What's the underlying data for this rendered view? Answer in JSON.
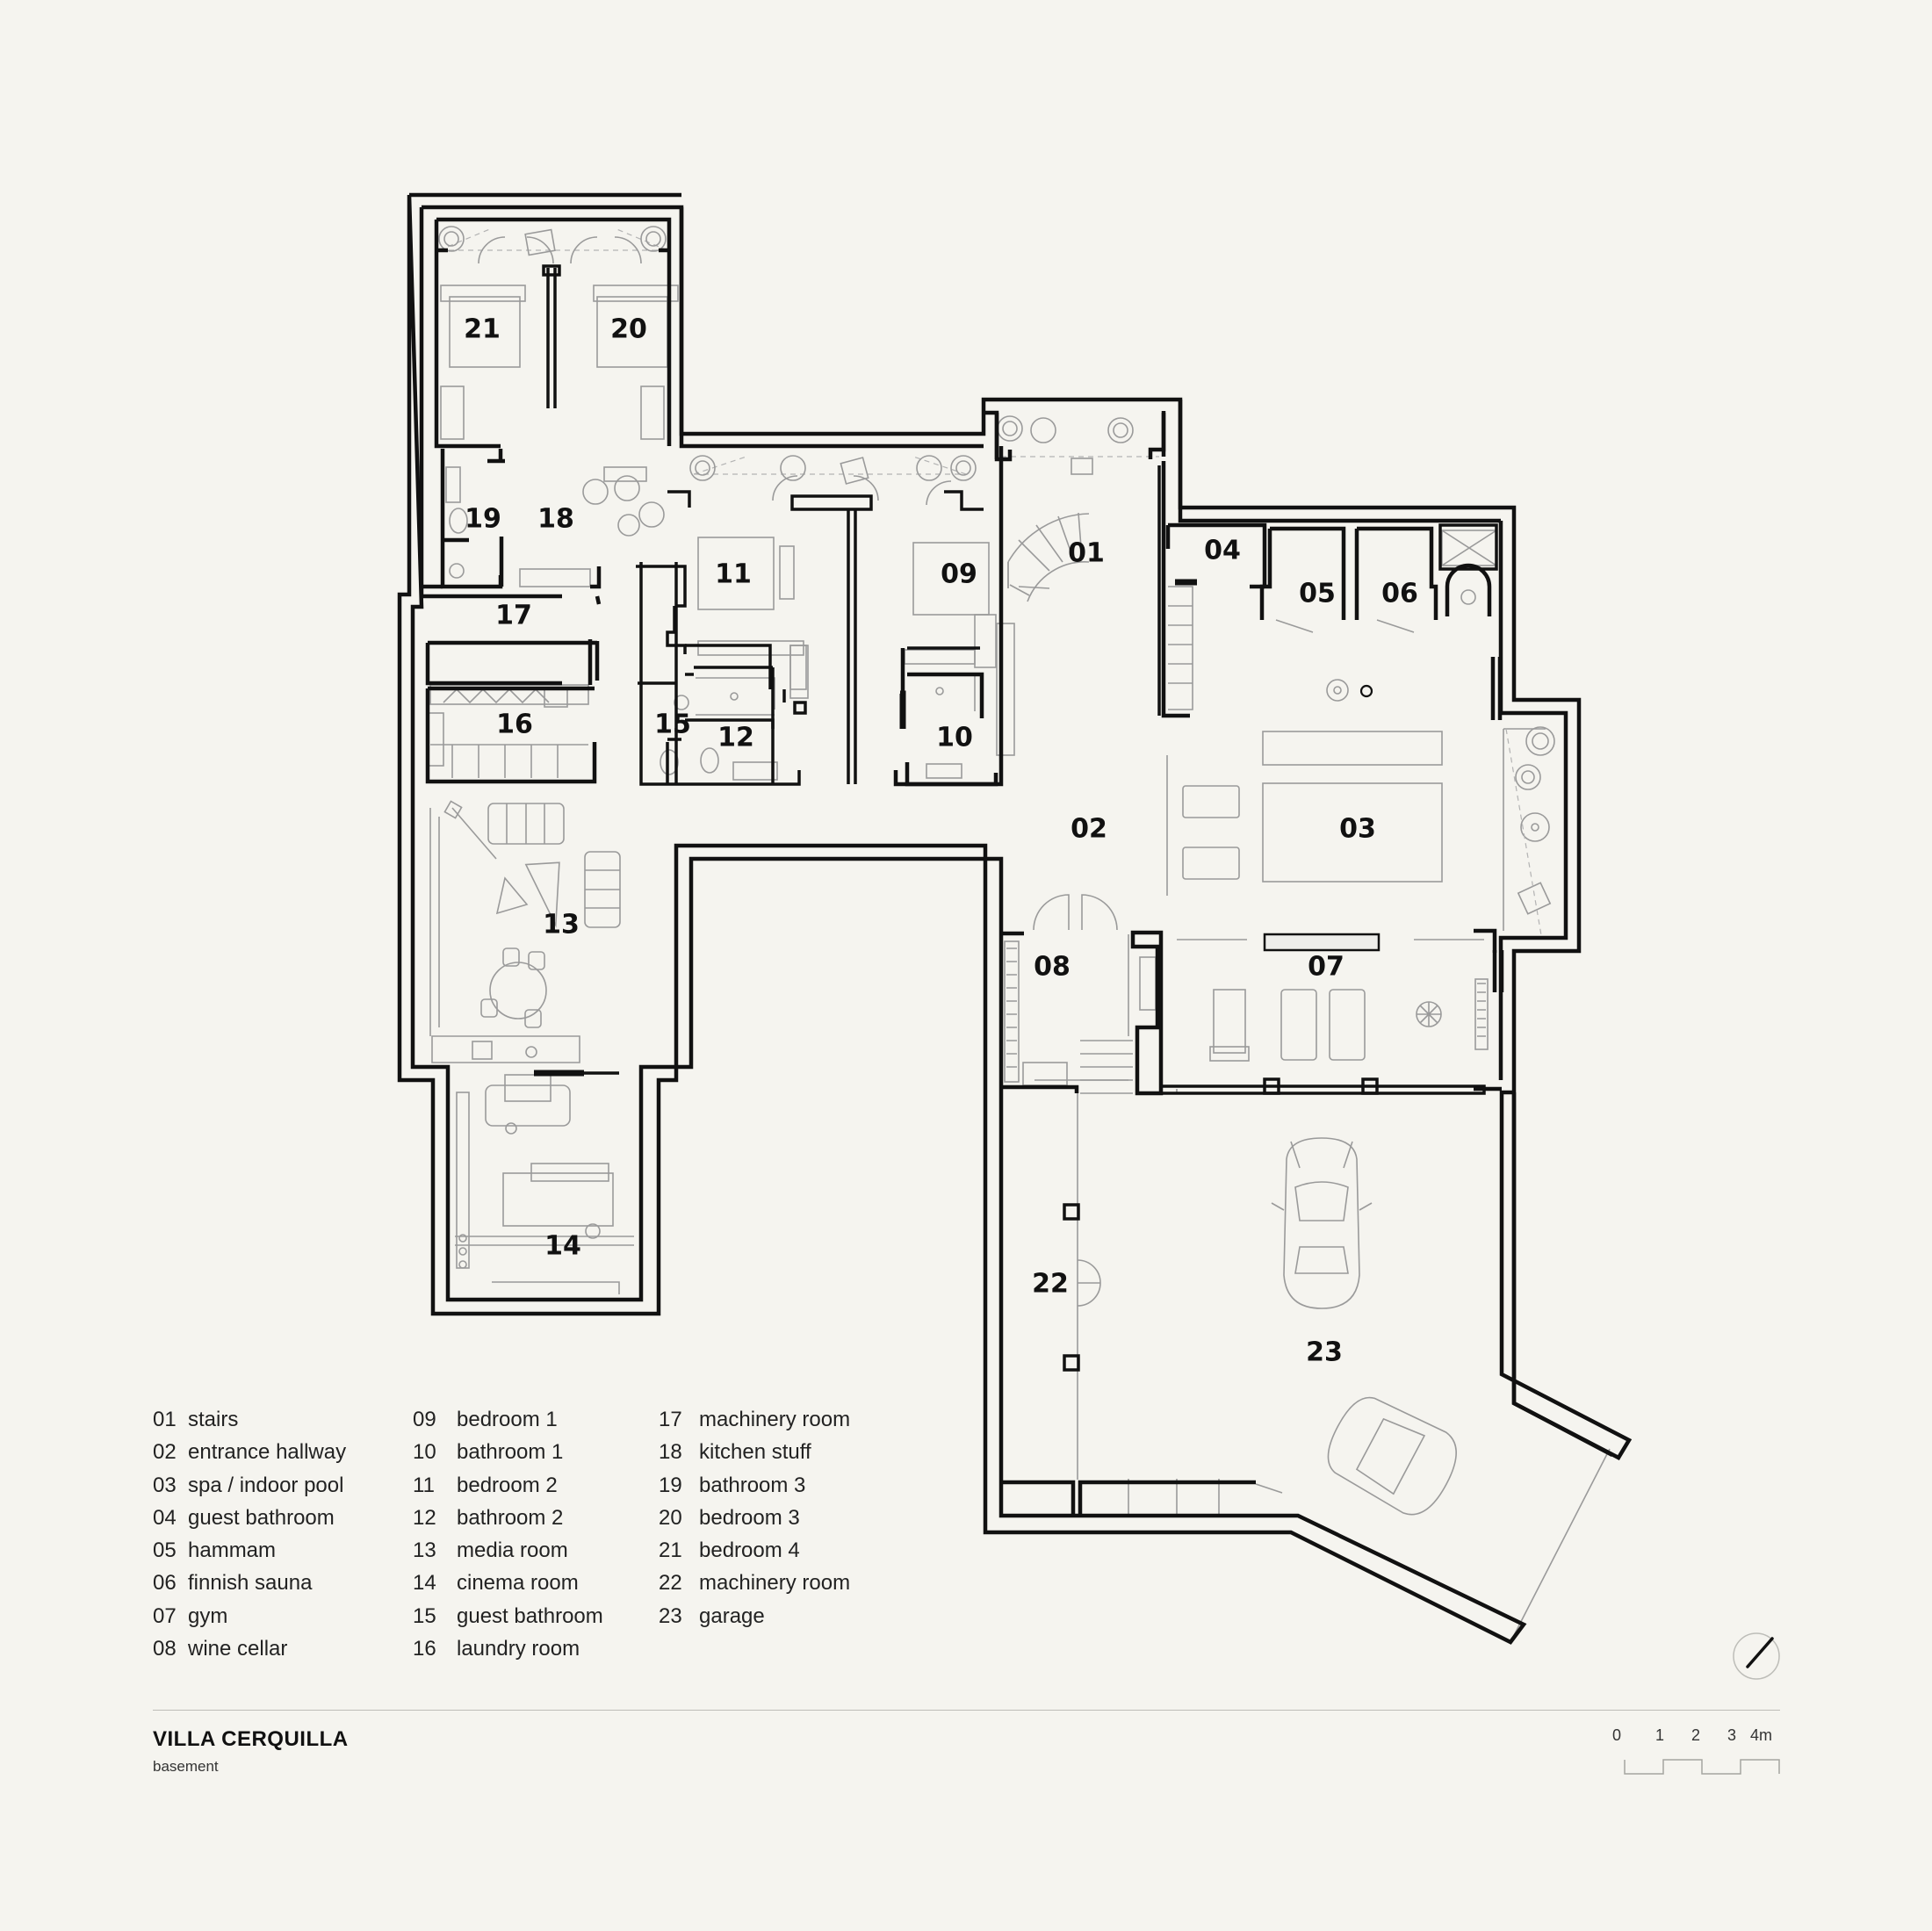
{
  "title": "VILLA CERQUILLA",
  "subtitle": "basement",
  "rooms": [
    {
      "num": "01",
      "name": "stairs"
    },
    {
      "num": "02",
      "name": "entrance hallway"
    },
    {
      "num": "03",
      "name": "spa / indoor pool"
    },
    {
      "num": "04",
      "name": "guest bathroom"
    },
    {
      "num": "05",
      "name": "hammam"
    },
    {
      "num": "06",
      "name": "finnish sauna"
    },
    {
      "num": "07",
      "name": "gym"
    },
    {
      "num": "08",
      "name": "wine cellar"
    },
    {
      "num": "09",
      "name": "bedroom 1"
    },
    {
      "num": "10",
      "name": "bathroom 1"
    },
    {
      "num": "11",
      "name": "bedroom 2"
    },
    {
      "num": "12",
      "name": "bathroom 2"
    },
    {
      "num": "13",
      "name": "media room"
    },
    {
      "num": "14",
      "name": "cinema room"
    },
    {
      "num": "15",
      "name": "guest bathroom"
    },
    {
      "num": "16",
      "name": "laundry room"
    },
    {
      "num": "17",
      "name": "machinery room"
    },
    {
      "num": "18",
      "name": "kitchen stuff"
    },
    {
      "num": "19",
      "name": "bathroom 3"
    },
    {
      "num": "20",
      "name": "bedroom 3"
    },
    {
      "num": "21",
      "name": "bedroom 4"
    },
    {
      "num": "22",
      "name": "machinery room"
    },
    {
      "num": "23",
      "name": "garage"
    }
  ],
  "scale": {
    "labels": [
      "0",
      "1",
      "2",
      "3",
      "4m"
    ]
  },
  "icons": {
    "north": "north-arrow-icon"
  },
  "colors": {
    "background": "#f5f4ef",
    "walls": "#111111",
    "furniture": "#9a9a9a"
  }
}
